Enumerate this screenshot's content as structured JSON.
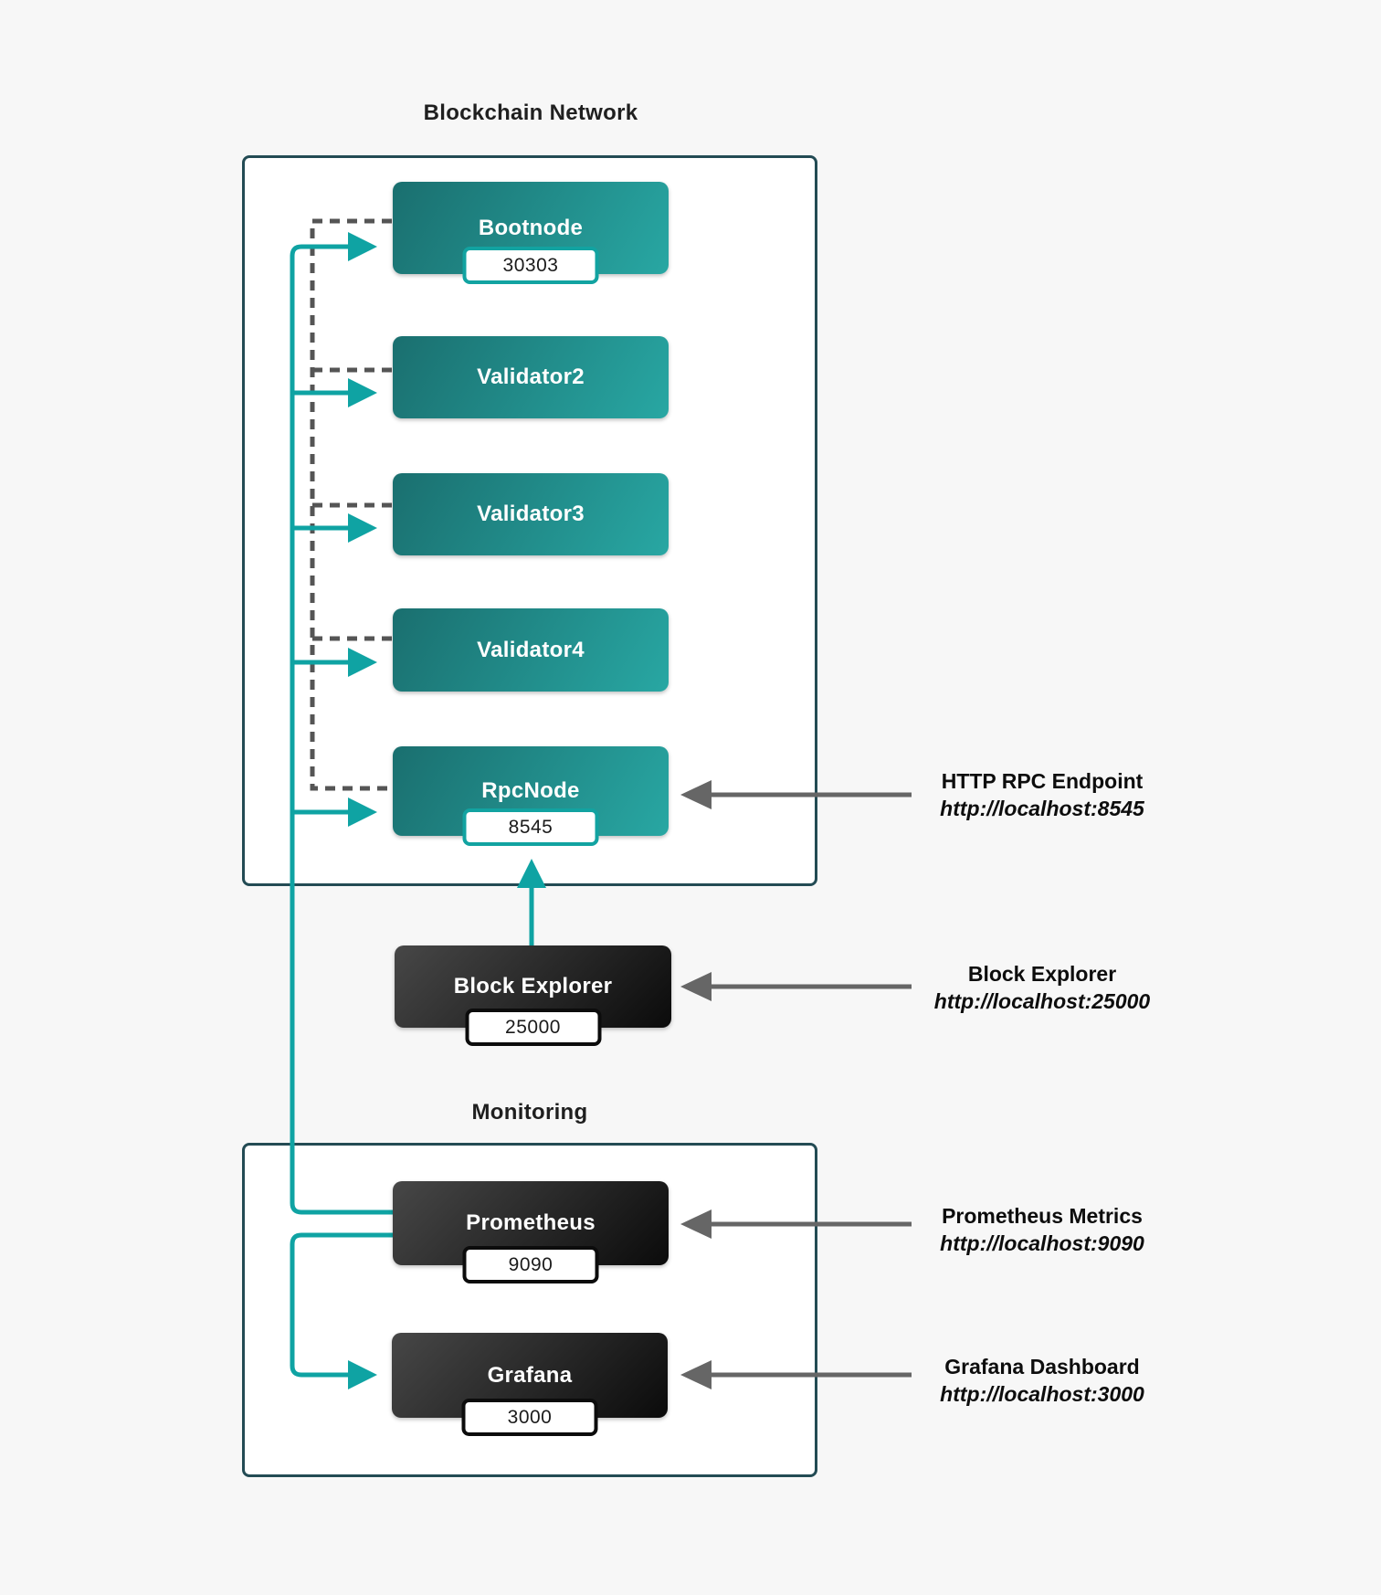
{
  "blockchain": {
    "title": "Blockchain Network",
    "nodes": [
      {
        "label": "Bootnode",
        "port": "30303"
      },
      {
        "label": "Validator2"
      },
      {
        "label": "Validator3"
      },
      {
        "label": "Validator4"
      },
      {
        "label": "RpcNode",
        "port": "8545"
      }
    ]
  },
  "explorer": {
    "label": "Block Explorer",
    "port": "25000"
  },
  "monitoring": {
    "title": "Monitoring",
    "nodes": [
      {
        "label": "Prometheus",
        "port": "9090"
      },
      {
        "label": "Grafana",
        "port": "3000"
      }
    ]
  },
  "endpoints": [
    {
      "title": "HTTP RPC Endpoint",
      "url": "http://localhost:8545"
    },
    {
      "title": "Block Explorer",
      "url": "http://localhost:25000"
    },
    {
      "title": "Prometheus Metrics",
      "url": "http://localhost:9090"
    },
    {
      "title": "Grafana Dashboard",
      "url": "http://localhost:3000"
    }
  ],
  "colors": {
    "accent_teal": "#0fa3a3",
    "container_border": "#234b54",
    "arrow_gray": "#666666",
    "dashed_gray": "#555555",
    "node_teal_gradient": [
      "#1a6f6f",
      "#28a7a3"
    ],
    "node_dark_gradient": [
      "#474747",
      "#0b0b0b"
    ]
  }
}
